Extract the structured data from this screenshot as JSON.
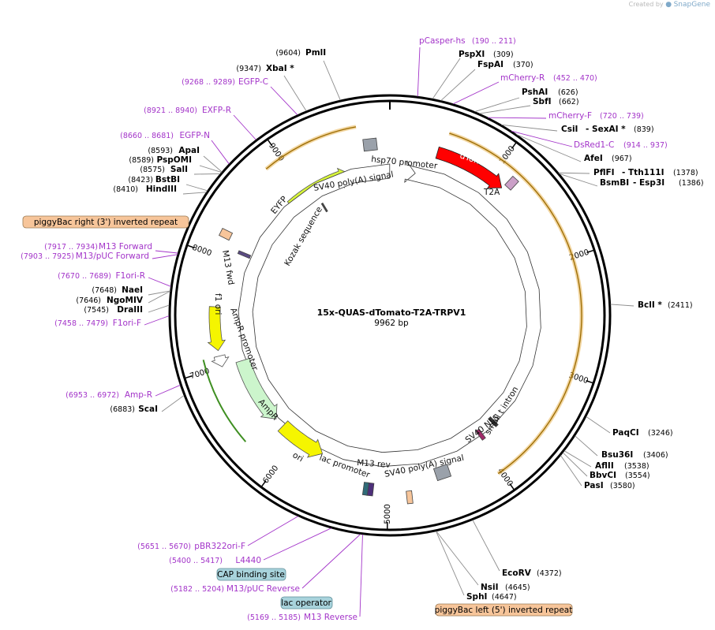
{
  "credit": {
    "prefix": "Created by",
    "brand": "SnapGene"
  },
  "plasmid": {
    "name": "15x-QUAS-dTomato-T2A-TRPV1",
    "length_label": "9962 bp",
    "length": 9962
  },
  "colors": {
    "primer": "#a334c9",
    "backbone": "#000000",
    "tan_arc": "#e8b454",
    "red": "#ff0000",
    "yellow": "#f5f500",
    "lime": "#d7f53a",
    "mint": "#ccf5cc",
    "grey": "#9aa1aa",
    "peach": "#f7c59a",
    "teal_box": "#a8d3dc",
    "site_line": "#8c8c8c"
  },
  "ticks": [
    {
      "label": "1000",
      "bp": 1000
    },
    {
      "label": "2000",
      "bp": 2000
    },
    {
      "label": "3000",
      "bp": 3000
    },
    {
      "label": "4000",
      "bp": 4000
    },
    {
      "label": "5000",
      "bp": 5000
    },
    {
      "label": "6000",
      "bp": 6000
    },
    {
      "label": "7000",
      "bp": 7000
    },
    {
      "label": "8000",
      "bp": 8000
    },
    {
      "label": "9000",
      "bp": 9000
    }
  ],
  "sites": [
    {
      "name": "PmlI",
      "pos": "(9604)",
      "bp": 9604,
      "side": "left"
    },
    {
      "name": "XbaI *",
      "pos": "(9347)",
      "bp": 9347,
      "side": "left"
    },
    {
      "name": "ApaI",
      "pos": "(8593)",
      "bp": 8593,
      "side": "left"
    },
    {
      "name": "PspOMI",
      "pos": "(8589)",
      "bp": 8589,
      "side": "left"
    },
    {
      "name": "SalI",
      "pos": "(8575)",
      "bp": 8575,
      "side": "left"
    },
    {
      "name": "BstBI",
      "pos": "(8423)",
      "bp": 8423,
      "side": "left"
    },
    {
      "name": "HindIII",
      "pos": "(8410)",
      "bp": 8410,
      "side": "left"
    },
    {
      "name": "NaeI",
      "pos": "(7648)",
      "bp": 7648,
      "side": "left"
    },
    {
      "name": "NgoMIV",
      "pos": "(7646)",
      "bp": 7646,
      "side": "left"
    },
    {
      "name": "DraIII",
      "pos": "(7545)",
      "bp": 7545,
      "side": "left"
    },
    {
      "name": "ScaI",
      "pos": "(6883)",
      "bp": 6883,
      "side": "left"
    },
    {
      "name": "PspXI",
      "pos": "(309)",
      "bp": 309,
      "side": "right"
    },
    {
      "name": "FspAI",
      "pos": "(370)",
      "bp": 370,
      "side": "right"
    },
    {
      "name": "PshAI",
      "pos": "(626)",
      "bp": 626,
      "side": "right"
    },
    {
      "name": "SbfI",
      "pos": "(662)",
      "bp": 662,
      "side": "right"
    },
    {
      "name": "CsiI",
      "pos": "",
      "bp": 839,
      "side": "right"
    },
    {
      "name": "- SexAI *",
      "pos": "(839)",
      "bp": 839,
      "side": "right"
    },
    {
      "name": "AfeI",
      "pos": "(967)",
      "bp": 967,
      "side": "right"
    },
    {
      "name": "PflFI",
      "pos": "",
      "bp": 1378,
      "side": "right"
    },
    {
      "name": "- Tth111I",
      "pos": "(1378)",
      "bp": 1378,
      "side": "right"
    },
    {
      "name": "BsmBI",
      "pos": "",
      "bp": 1386,
      "side": "right"
    },
    {
      "name": "- Esp3I",
      "pos": "(1386)",
      "bp": 1386,
      "side": "right"
    },
    {
      "name": "BclI *",
      "pos": "(2411)",
      "bp": 2411,
      "side": "right"
    },
    {
      "name": "PaqCI",
      "pos": "(3246)",
      "bp": 3246,
      "side": "right"
    },
    {
      "name": "Bsu36I",
      "pos": "(3406)",
      "bp": 3406,
      "side": "right"
    },
    {
      "name": "AflII",
      "pos": "(3538)",
      "bp": 3538,
      "side": "right"
    },
    {
      "name": "BbvCI",
      "pos": "(3554)",
      "bp": 3554,
      "side": "right"
    },
    {
      "name": "PasI",
      "pos": "(3580)",
      "bp": 3580,
      "side": "right"
    },
    {
      "name": "EcoRV",
      "pos": "(4372)",
      "bp": 4372,
      "side": "right"
    },
    {
      "name": "NsiI",
      "pos": "(4645)",
      "bp": 4645,
      "side": "right"
    },
    {
      "name": "SphI",
      "pos": "(4647)",
      "bp": 4647,
      "side": "right"
    }
  ],
  "primers": [
    {
      "name": "pCasper-hs",
      "range": "(190 .. 211)"
    },
    {
      "name": "mCherry-R",
      "range": "(452 .. 470)"
    },
    {
      "name": "mCherry-F",
      "range": "(720 .. 739)"
    },
    {
      "name": "DsRed1-C",
      "range": "(914 .. 937)"
    },
    {
      "name": "EGFP-C",
      "range": "(9268 .. 9289)"
    },
    {
      "name": "EXFP-R",
      "range": "(8921 .. 8940)"
    },
    {
      "name": "EGFP-N",
      "range": "(8660 .. 8681)"
    },
    {
      "name": "M13 Forward",
      "range": "(7917 .. 7934)"
    },
    {
      "name": "M13/pUC Forward",
      "range": "(7903 .. 7925)"
    },
    {
      "name": "F1ori-R",
      "range": "(7670 .. 7689)"
    },
    {
      "name": "F1ori-F",
      "range": "(7458 .. 7479)"
    },
    {
      "name": "Amp-R",
      "range": "(6953 .. 6972)"
    },
    {
      "name": "pBR322ori-F",
      "range": "(5651 .. 5670)"
    },
    {
      "name": "L4440",
      "range": "(5400 .. 5417)"
    },
    {
      "name": "M13/pUC Reverse",
      "range": "(5182 .. 5204)"
    },
    {
      "name": "M13 Reverse",
      "range": "(5169 .. 5185)"
    }
  ],
  "boxed_labels": [
    {
      "name": "piggyBac right (3') inverted repeat"
    },
    {
      "name": "CAP binding site"
    },
    {
      "name": "lac operator"
    },
    {
      "name": "piggyBac left (5') inverted repeat"
    }
  ],
  "features": [
    {
      "name": "dTomato"
    },
    {
      "name": "T2A"
    },
    {
      "name": "hsp70 promoter"
    },
    {
      "name": "SV40 poly(A) signal"
    },
    {
      "name": "EYFP"
    },
    {
      "name": "Kozak sequence"
    },
    {
      "name": "M13 fwd"
    },
    {
      "name": "f1 ori"
    },
    {
      "name": "AmpR promoter"
    },
    {
      "name": "AmpR"
    },
    {
      "name": "ori"
    },
    {
      "name": "lac promoter"
    },
    {
      "name": "M13 rev"
    },
    {
      "name": "SV40 poly(A) signal"
    },
    {
      "name": "SV40 NLS"
    },
    {
      "name": "small t intron"
    }
  ]
}
